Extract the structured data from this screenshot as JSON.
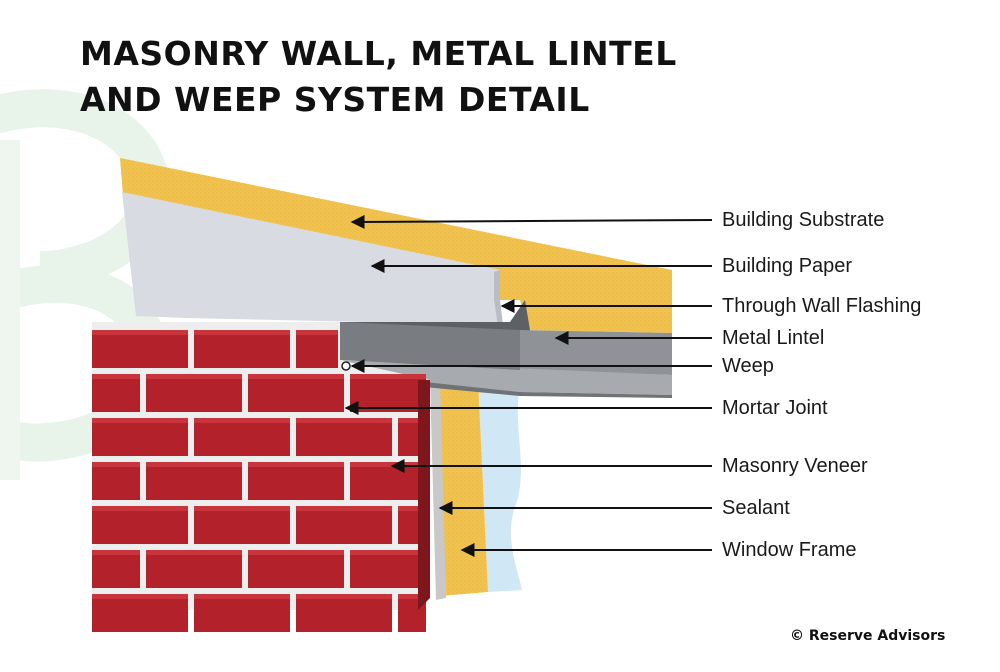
{
  "title": {
    "line1": "MASONRY WALL, METAL LINTEL",
    "line2": "AND WEEP SYSTEM DETAIL"
  },
  "callouts": [
    {
      "id": "building-substrate",
      "label": "Building Substrate"
    },
    {
      "id": "building-paper",
      "label": "Building Paper"
    },
    {
      "id": "through-wall-flashing",
      "label": "Through Wall Flashing"
    },
    {
      "id": "metal-lintel",
      "label": "Metal Lintel"
    },
    {
      "id": "weep",
      "label": "Weep"
    },
    {
      "id": "mortar-joint",
      "label": "Mortar Joint"
    },
    {
      "id": "masonry-veneer",
      "label": "Masonry Veneer"
    },
    {
      "id": "sealant",
      "label": "Sealant"
    },
    {
      "id": "window-frame",
      "label": "Window Frame"
    }
  ],
  "copyright": "© Reserve Advisors",
  "colors": {
    "substrate": "#f2c24f",
    "paper": "#d8dce2",
    "lintel": "#8f9296",
    "brick": "#b3222a",
    "mortar": "#f1f1f1",
    "window_frame": "#cfe6f4",
    "watermark": "#e9f3ea"
  }
}
